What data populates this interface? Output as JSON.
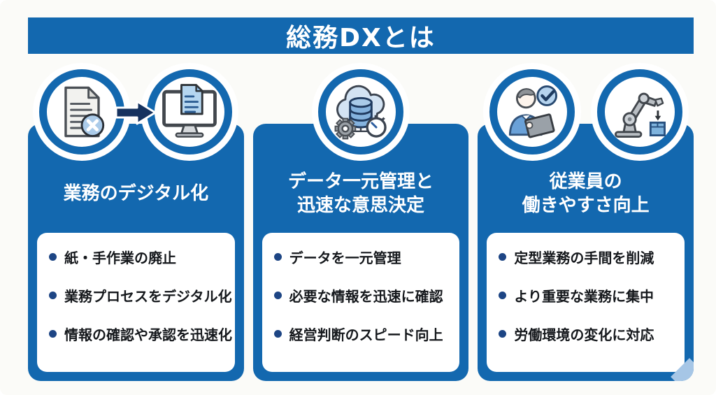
{
  "header": {
    "title": "総務DXとは"
  },
  "colors": {
    "primary_blue": "#1368af",
    "arrow_navy": "#16325f",
    "bullet_navy": "#1d4584",
    "light_blue_accent": "#a6c6e6",
    "background": "#fbfbf8"
  },
  "columns": [
    {
      "title": "業務のデジタル化",
      "title_lines": [
        "業務のデジタル化"
      ],
      "icons": [
        "document-x-icon",
        "arrow-right-icon",
        "monitor-document-icon"
      ],
      "bullets": [
        "紙・手作業の廃止",
        "業務プロセスをデジタル化",
        "情報の確認や承認を迅速化"
      ]
    },
    {
      "title": "データ一元管理と迅速な意思決定",
      "title_lines": [
        "データ一元管理と",
        "迅速な意思決定"
      ],
      "icons": [
        "cloud-database-gear-stopwatch-icon"
      ],
      "bullets": [
        "データを一元管理",
        "必要な情報を迅速に確認",
        "経営判断のスピード向上"
      ]
    },
    {
      "title": "従業員の働きやすさ向上",
      "title_lines": [
        "従業員の",
        "働きやすさ向上"
      ],
      "icons": [
        "worker-check-icon",
        "robot-arm-icon"
      ],
      "bullets": [
        "定型業務の手間を削減",
        "より重要な業務に集中",
        "労働環境の変化に対応"
      ]
    }
  ]
}
